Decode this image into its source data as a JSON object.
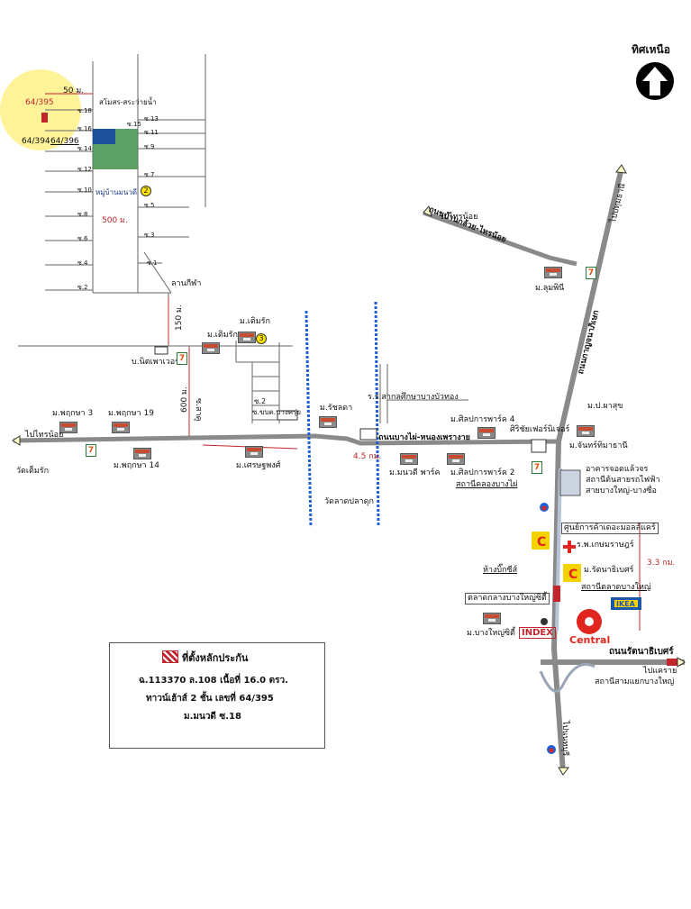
{
  "north": {
    "label": "ทิศเหนือ"
  },
  "plot": {
    "number": "64/395",
    "neighbor_left": "64/394",
    "neighbor_right": "64/396",
    "width": "50 ม.",
    "soi": "ซ.18"
  },
  "village_detail": {
    "pool": "สโมสร-สระว่ายน้ำ",
    "village": "หมู่บ้านมนวดี",
    "village_num": "2",
    "length": "500 ม.",
    "square": "ลานกีฬา",
    "soi_labels": [
      "ซ.13",
      "ซ.11",
      "ซ.9",
      "ซ.7",
      "ซ.5",
      "ซ.3",
      "ซ.1",
      "ซ.15",
      "ซ.16",
      "ซ.14",
      "ซ.12",
      "ซ.10",
      "ซ.8",
      "ซ.6",
      "ซ.4",
      "ซ.2"
    ]
  },
  "labels": {
    "dist_150": "150 ม.",
    "dist_600": "600 ม.",
    "nitpower": "บ.นิตเพาเวอร์",
    "termrak1": "ม.เติมรัก",
    "termrak2": "ม.เติมรัก",
    "termrak_num": "3",
    "soi_sakoo": "ซ.สาคู",
    "soi2": "ซ.2",
    "khob_bangkruai": "ซ.ขบต.บางครุ่ย",
    "ratchada": "ม.รัชลดา",
    "school": "ร.ร.สากลศึกษาบางบัวทอง",
    "road_main": "ถนนบางไผ่-หนองเพรางาย",
    "dist_45": "4.5 กม.",
    "phruksa3": "ม.พฤกษา 3",
    "phruksa19": "ม.พฤกษา 19",
    "phruksa14": "ม.พฤกษา 14",
    "to_sainoi_left": "ไปไทรน้อย",
    "wat_termrak": "วัดเต็มรัก",
    "setthaphong": "ม.เศรษฐพงศ์",
    "monwadee_park": "ม.มนวดี พาร์ค",
    "wat_talad": "วัดลาดปลาดุก",
    "silpakarn4": "ม.ศิลปการพาร์ค 4",
    "silpakarn2": "ม.ศิลปการพาร์ค 2",
    "station_khlong": "สถานีคลองบางไผ่",
    "srichai": "ศิริชัยเฟอร์นิเจอร์",
    "road_bankluai": "ถนนบ้านกล้วย-ไทรน้อย",
    "to_sainoi_top": "ไปไทรน้อย",
    "to_pathum": "ไปปทุมธานี",
    "lumphini": "ม.ลุมพินี",
    "road_kanchana": "ถนนกาญจนาภิเษก",
    "papasuk": "ม.ป.ผาสุข",
    "chanpim": "ม.จันทร์ทิมาธานี",
    "depot1": "อาคารจอดแล้วจร",
    "depot2": "สถานีต้นสายรถไฟฟ้า",
    "depot3": "สายบางใหญ่-บางซื่อ",
    "tesco": "ศูนย์การค้าเดอะมอลล์แคร์",
    "hospital": "ร.พ.เกษมราษฎร์",
    "dist_33": "3.3 กม.",
    "big_c": "ห้างบิ๊กซีส์",
    "rattana": "ม.รัตนาธิเบศร์",
    "station_talad": "สถานีตลาดบางใหญ่",
    "market": "ตลาดกลางบางใหญ่ซิตี้",
    "ikea": "IKEA",
    "bangyai_city": "ม.บางใหญ่ซิตี้",
    "index": "INDEX",
    "central": "Central",
    "road_rattana": "ถนนรัตนาธิเบศร์",
    "to_nonthaburi": "ไปแคราย",
    "station_junction": "สถานีสามแยกบางใหญ่",
    "to_nonthaburi2": "ไปนนทบุรี"
  },
  "legend": {
    "title": "ที่ตั้งหลักประกัน",
    "line1": "ฉ.113370  ล.108  เนื้อที่ 16.0 ตรว.",
    "line2": "ทาวน์เฮ้าส์ 2 ชั้น  เลขที่ 64/395",
    "line3": "ม.มนวดี  ซ.18"
  },
  "colors": {
    "road": "#8a8a8a",
    "canal": "#1d5fd6",
    "plot": "#c0262b",
    "highlight": "#fff39a",
    "rail": "#b8c3d6",
    "seven": "#e35205"
  }
}
